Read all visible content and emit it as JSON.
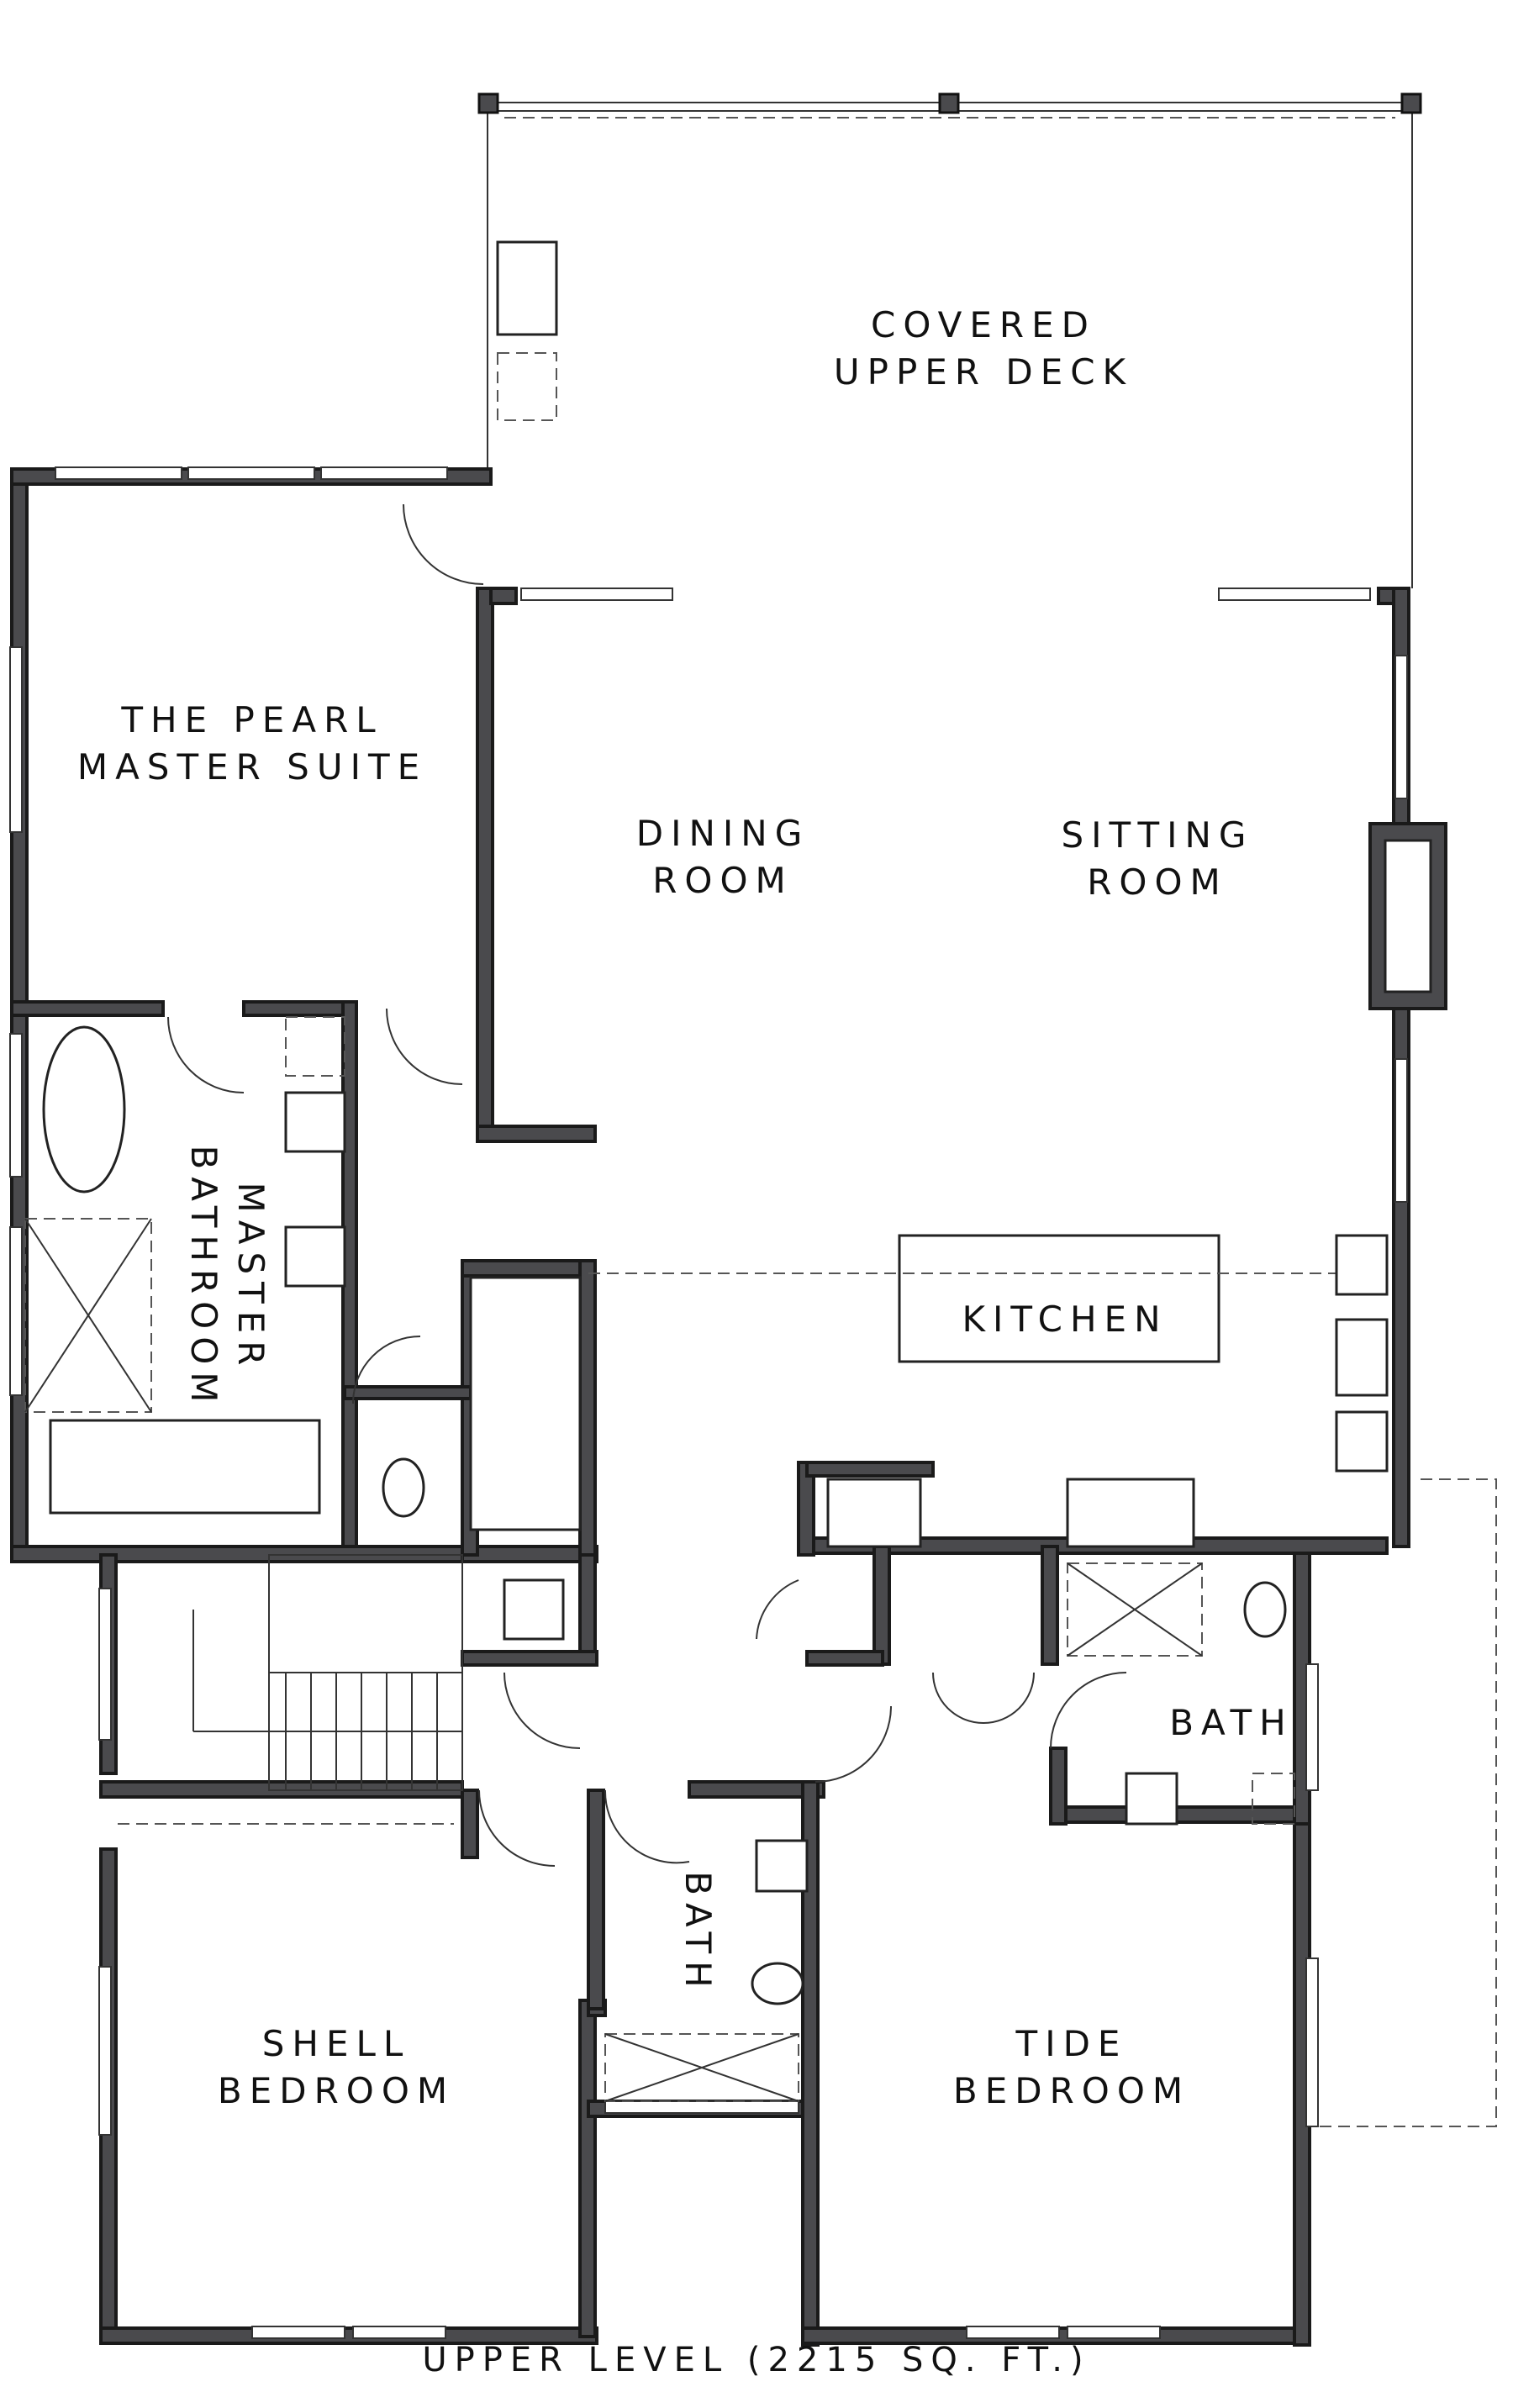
{
  "rooms": {
    "covered_deck": [
      "COVERED",
      "UPPER DECK"
    ],
    "master_suite": [
      "THE PEARL",
      "MASTER SUITE"
    ],
    "dining": [
      "DINING",
      "ROOM"
    ],
    "sitting": [
      "SITTING",
      "ROOM"
    ],
    "master_bath": [
      "MASTER",
      "BATHROOM"
    ],
    "kitchen": "KITCHEN",
    "bath_east": "BATH",
    "bath_center": "BATH",
    "shell": [
      "SHELL",
      "BEDROOM"
    ],
    "tide": [
      "TIDE",
      "BEDROOM"
    ]
  },
  "caption": "UPPER LEVEL (2215 SQ. FT.)"
}
